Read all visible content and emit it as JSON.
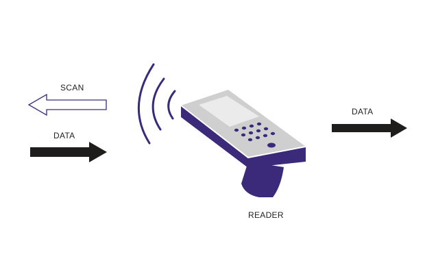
{
  "labels": {
    "scan": "SCAN",
    "data_left": "DATA",
    "data_right": "DATA",
    "reader": "READER"
  },
  "icons": {
    "waves": "signal-waves-icon",
    "device": "handheld-reader-icon",
    "scan_arrow": "outline-left-arrow-icon",
    "data_arrows": "solid-right-arrow-icon"
  },
  "colors": {
    "purple": "#3b2a7a",
    "device_top": "#cfcfcf",
    "screen": "#ebebeb",
    "keys": "#3b2a7a",
    "arrow_solid": "#1f1c1c",
    "arrow_outline": "#3b2a7a"
  }
}
